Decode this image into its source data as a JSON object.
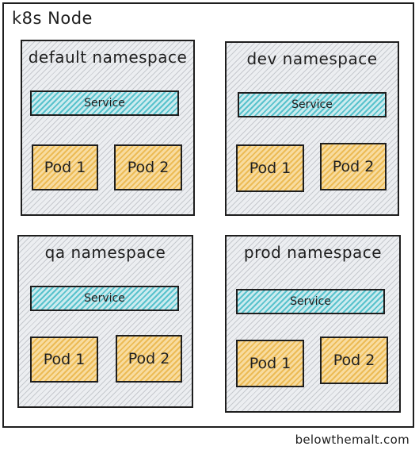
{
  "node": {
    "title": "k8s Node"
  },
  "namespaces": [
    {
      "title": "default namespace",
      "service": "Service",
      "pods": [
        "Pod 1",
        "Pod 2"
      ]
    },
    {
      "title": "dev namespace",
      "service": "Service",
      "pods": [
        "Pod 1",
        "Pod 2"
      ]
    },
    {
      "title": "qa namespace",
      "service": "Service",
      "pods": [
        "Pod 1",
        "Pod 2"
      ]
    },
    {
      "title": "prod namespace",
      "service": "Service",
      "pods": [
        "Pod 1",
        "Pod 2"
      ]
    }
  ],
  "credit": "belowthemalt.com",
  "colors": {
    "namespace_fill": "#eceef1",
    "service_fill": "#58c2cc",
    "pod_fill": "#ecbb55",
    "stroke": "#1e1e1e"
  }
}
